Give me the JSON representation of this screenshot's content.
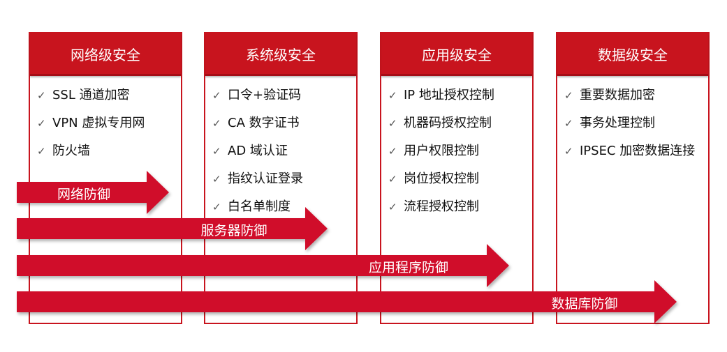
{
  "columns": [
    {
      "title": "网络级安全",
      "items": [
        "SSL 通道加密",
        "VPN 虚拟专用网",
        "防火墙"
      ]
    },
    {
      "title": "系统级安全",
      "items": [
        "口令+验证码",
        "CA 数字证书",
        "AD 域认证",
        "指纹认证登录",
        "白名单制度"
      ]
    },
    {
      "title": "应用级安全",
      "items": [
        "IP 地址授权控制",
        "机器码授权控制",
        "用户权限控制",
        "岗位授权控制",
        "流程授权控制"
      ]
    },
    {
      "title": "数据级安全",
      "items": [
        "重要数据加密",
        "事务处理控制",
        "IPSEC 加密数据连接"
      ]
    }
  ],
  "check_icon": "✓",
  "arrows": [
    {
      "label": "网络防御"
    },
    {
      "label": "服务器防御"
    },
    {
      "label": "应用程序防御"
    },
    {
      "label": "数据库防御"
    }
  ],
  "colors": {
    "accent": "#c8141e",
    "arrow": "#d0102a"
  }
}
